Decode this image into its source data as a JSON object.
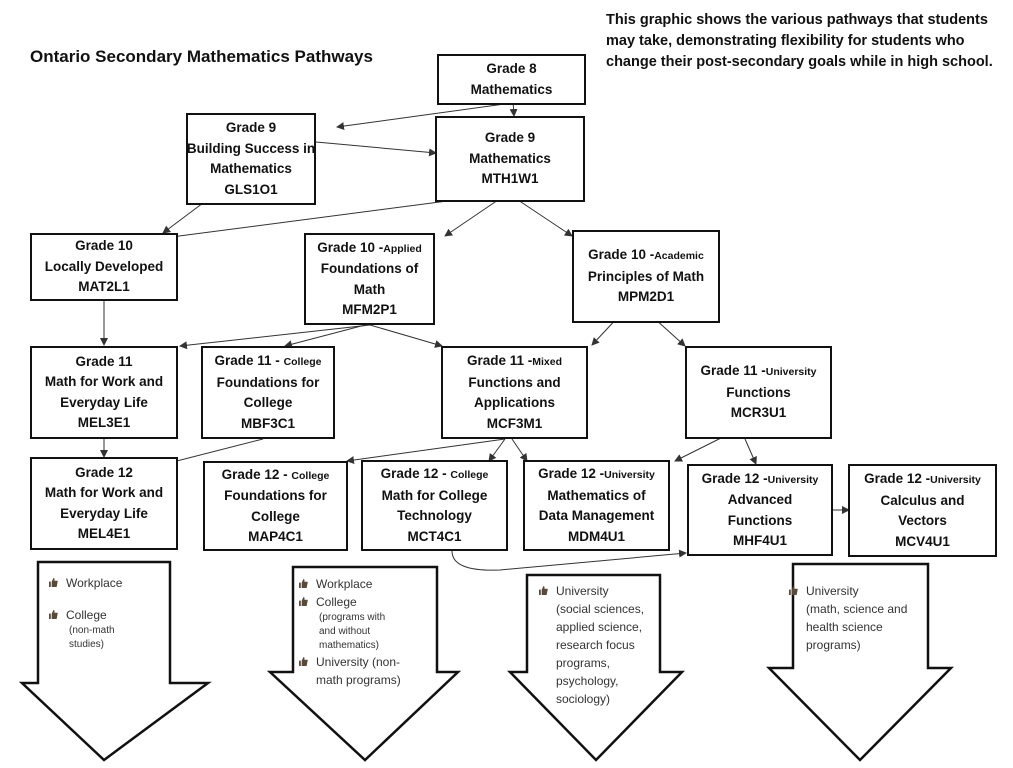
{
  "title": "Ontario Secondary Mathematics Pathways",
  "description": "This graphic shows the various pathways that students may take, demonstrating flexibility for students who change their post-secondary goals while in high school.",
  "courses": {
    "g8": {
      "grade": "Grade 8",
      "name": "Mathematics"
    },
    "g9_bs": {
      "grade": "Grade 9",
      "name": "Building Success in Mathematics",
      "line2": "Building Success in",
      "line3": "Mathematics",
      "code": "GLS1O1"
    },
    "g9_math": {
      "grade": "Grade 9",
      "name": "Mathematics",
      "code": "MTH1W1"
    },
    "g10_ld": {
      "grade": "Grade 10",
      "name": "Locally Developed",
      "code": "MAT2L1"
    },
    "g10_app": {
      "grade": "Grade 10 -",
      "stream": "Applied",
      "line2": "Foundations of",
      "line3": "Math",
      "code": "MFM2P1"
    },
    "g10_acad": {
      "grade": "Grade 10 -",
      "stream": "Academic",
      "name": "Principles of Math",
      "code": "MPM2D1"
    },
    "g11_work": {
      "grade": "Grade 11",
      "line2": "Math for Work and",
      "line3": "Everyday Life",
      "code": "MEL3E1"
    },
    "g11_col": {
      "grade": "Grade 11 -",
      "stream": "College",
      "line2": "Foundations for",
      "line3": "College",
      "code": "MBF3C1"
    },
    "g11_mix": {
      "grade": "Grade 11 -",
      "stream": "Mixed",
      "line2": "Functions and",
      "line3": "Applications",
      "code": "MCF3M1"
    },
    "g11_uni": {
      "grade": "Grade 11 -",
      "stream": "University",
      "name": "Functions",
      "code": "MCR3U1"
    },
    "g12_work": {
      "grade": "Grade 12",
      "line2": "Math for Work and",
      "line3": "Everyday Life",
      "code": "MEL4E1"
    },
    "g12_col": {
      "grade": "Grade 12 -",
      "stream": "College",
      "line2": "Foundations for",
      "line3": "College",
      "code": "MAP4C1"
    },
    "g12_tech": {
      "grade": "Grade 12 -",
      "stream": "College",
      "line2": "Math for College",
      "line3": "Technology",
      "code": "MCT4C1"
    },
    "g12_data": {
      "grade": "Grade 12 -",
      "stream": "University",
      "line2": "Mathematics of",
      "line3": "Data Management",
      "code": "MDM4U1"
    },
    "g12_adv": {
      "grade": "Grade 12 -",
      "stream": "University",
      "line2": "Advanced",
      "line3": "Functions",
      "code": "MHF4U1"
    },
    "g12_calc": {
      "grade": "Grade 12 -",
      "stream": "University",
      "line2": "Calculus and",
      "line3": "Vectors",
      "code": "MCV4U1"
    }
  },
  "outcomes": {
    "a": {
      "item1": "Workplace",
      "item2": "College",
      "note2a": "(non-math",
      "note2b": "studies)"
    },
    "b": {
      "item1": "Workplace",
      "item2": "College",
      "note2a": "(programs with",
      "note2b": "and without",
      "note2c": "mathematics)",
      "item3": "University (non-",
      "note3": "math programs)"
    },
    "c": {
      "item1": "University",
      "l1": "(social sciences,",
      "l2": "applied science,",
      "l3": "research focus",
      "l4": "programs,",
      "l5": "psychology,",
      "l6": "sociology)"
    },
    "d": {
      "item1": "University",
      "l1": "(math, science and",
      "l2": "health science",
      "l3": "programs)"
    }
  },
  "icons": {
    "bullet": "thumbs-up-icon"
  }
}
